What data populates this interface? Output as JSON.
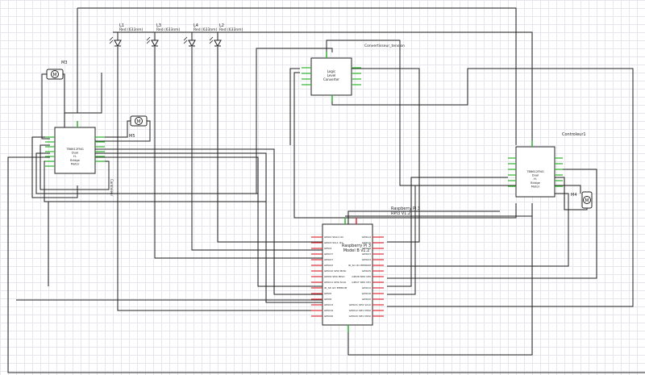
{
  "leds": [
    {
      "ref": "L1",
      "name": "Red (633nm)"
    },
    {
      "ref": "L3",
      "name": "Red (633nm)"
    },
    {
      "ref": "L4",
      "name": "Red (633nm)"
    },
    {
      "ref": "L2",
      "name": "Red (633nm)"
    }
  ],
  "motor_m3": {
    "ref": "M3",
    "letter": "M"
  },
  "motor_m4": {
    "ref": "M4",
    "letter": "M"
  },
  "motor_m5": {
    "ref": "M5",
    "letter": "M"
  },
  "driver_left": {
    "title": [
      "TB6612FNG",
      "Dual",
      "H-",
      "Bridge",
      "Motor"
    ],
    "ref": "Controleur"
  },
  "driver_right": {
    "title": [
      "TB6612FNG",
      "Dual",
      "H-",
      "Bridge",
      "Motor"
    ],
    "ref": "Controleur1"
  },
  "logic": {
    "title": [
      "Logic",
      "Level",
      "Converter"
    ],
    "ref": "Convertisseur_tension"
  },
  "rpi": {
    "ref": "Raspberry Pi 3",
    "sub": "RPI3 V1.2",
    "title": "Raspberry Pi 3",
    "model": "Model B v1.2",
    "left_pins": [
      "GPIO2 SDA1 I2C",
      "GPIO3 SCL1 I2C",
      "GPIO4",
      "GPIO17",
      "GPIO27",
      "GPIO22",
      "GPIO10 SPI0 MOSI",
      "GPIO9 SPI0 MISO",
      "GPIO11 SPI0 SCLK",
      "ID_SD I2C EEPROM",
      "GPIO5",
      "GPIO6",
      "GPIO13",
      "GPIO19",
      "GPIO26"
    ],
    "right_pins": [
      "GPIO14",
      "GPIO15",
      "GPIO18",
      "GPIO23",
      "GPIO24",
      "ID_SC I2C EEPROM",
      "GPIO25",
      "GPIO8 SPI0 CE0",
      "GPIO7 SPI0 CE1",
      "GPIO12",
      "GPIO16",
      "GPIO20",
      "GPIO21 SPI1 SCLK",
      "GPIO12 SPI1 MISO",
      "GPIO20 SPI1 MOSI"
    ]
  }
}
